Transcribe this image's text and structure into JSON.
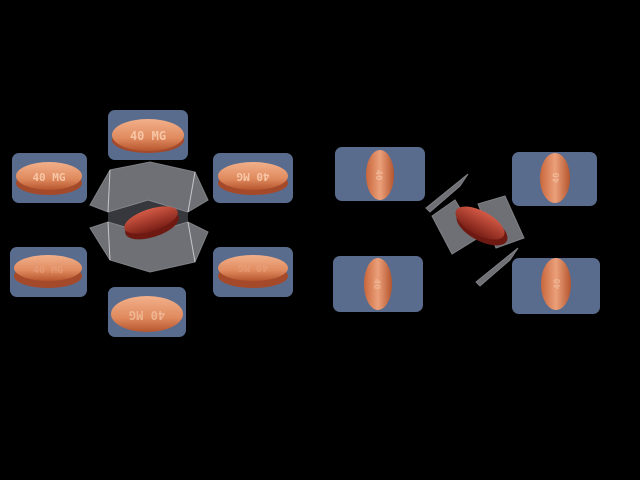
{
  "left_group": {
    "views": [
      {
        "id": "top",
        "imprint": "40 MG"
      },
      {
        "id": "upper-left",
        "imprint": "40 MG"
      },
      {
        "id": "upper-right",
        "imprint": "40 MG"
      },
      {
        "id": "lower-left",
        "imprint": "40 MG"
      },
      {
        "id": "lower-right",
        "imprint": "40 MG"
      },
      {
        "id": "bottom",
        "imprint": "40 MG"
      }
    ]
  },
  "right_group": {
    "views": [
      {
        "id": "upper-left",
        "imprint": "40"
      },
      {
        "id": "upper-right",
        "imprint": "40"
      },
      {
        "id": "lower-left",
        "imprint": "40"
      },
      {
        "id": "lower-right",
        "imprint": "40"
      }
    ]
  },
  "colors": {
    "background": "#000000",
    "panel": "#6a7fa6",
    "pill_light": "#e89a72",
    "pill_dark": "#b5552e",
    "center_pill": "#b23a2a",
    "glass": "#c9ccd6"
  }
}
